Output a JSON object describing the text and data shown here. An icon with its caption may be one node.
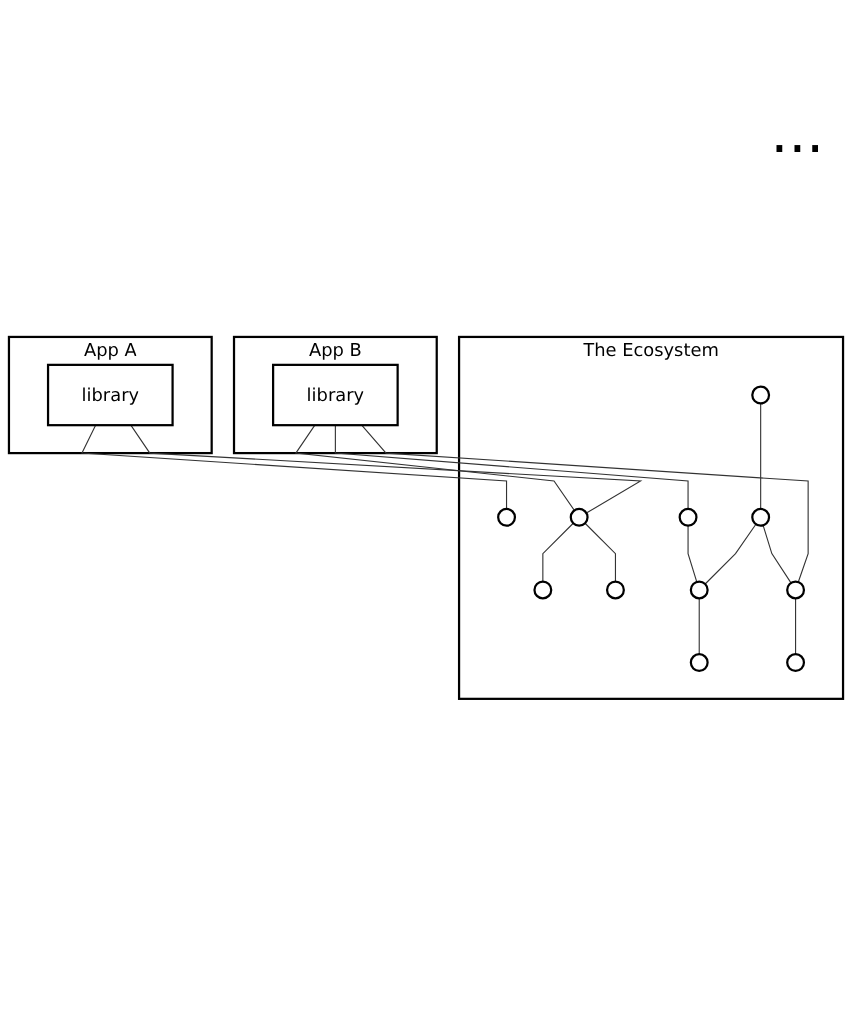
{
  "diagram": {
    "nodes": [
      {
        "text": [
          "App A"
        ]
      },
      {
        "text": [
          "library"
        ],
        "in": 0
      },
      {
        "text": [
          "App B"
        ]
      },
      {
        "text": [
          "library"
        ],
        "in": 2
      },
      {
        "text": [
          "The Ecosystem"
        ]
      },
      {
        "text": [],
        "shape": "circle",
        "in": 4
      },
      {
        "text": [],
        "shape": "circle",
        "in": 4
      },
      {
        "text": [],
        "shape": "circle",
        "in": 4
      },
      {
        "text": [],
        "shape": "circle",
        "in": 4
      },
      {
        "text": [],
        "shape": "circle",
        "in": 4
      },
      {
        "text": [],
        "shape": "circle",
        "in": 4
      },
      {
        "text": [],
        "shape": "circle",
        "in": 4
      },
      {
        "text": [],
        "shape": "circle",
        "in": 4
      },
      {
        "text": [],
        "shape": "circle",
        "in": 4
      },
      {
        "text": [],
        "shape": "circle",
        "in": 4
      },
      {
        "text": [],
        "shape": "circle",
        "in": 4
      }
    ],
    "edges": [
      {
        "from": 1,
        "to": 6,
        "arrow": "none"
      },
      {
        "from": 1,
        "to": 7,
        "arrow": "none"
      },
      {
        "from": 3,
        "to": 7,
        "arrow": "none"
      },
      {
        "from": 3,
        "to": 9,
        "arrow": "none"
      },
      {
        "from": 3,
        "to": 15,
        "arrow": "none"
      },
      {
        "from": 7,
        "to": 5,
        "arrow": "none"
      },
      {
        "from": 7,
        "to": 8,
        "arrow": "none"
      },
      {
        "from": 11,
        "to": 12,
        "arrow": "none"
      },
      {
        "from": 12,
        "to": 15,
        "arrow": "none"
      },
      {
        "from": 12,
        "to": 10,
        "arrow": "none"
      },
      {
        "from": 15,
        "to": 14,
        "arrow": "none"
      },
      {
        "from": 9,
        "to": 10,
        "arrow": "none"
      },
      {
        "from": 10,
        "to": 13,
        "arrow": "none"
      }
    ],
    "labels": [
      "..."
    ]
  }
}
